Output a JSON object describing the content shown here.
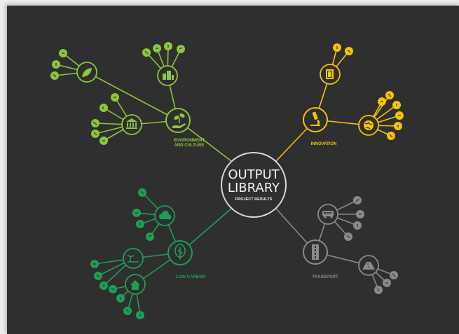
{
  "center": {
    "title_line1": "OUTPUT",
    "title_line2": "LIBRARY",
    "subtitle": "PROJECT RESULTS"
  },
  "branches": {
    "environment": {
      "label_line1": "ENVIRONMENT",
      "label_line2": "AND CULTURE",
      "color": "#8dc63f"
    },
    "innovation": {
      "label": "INNOVATION",
      "color": "#f5c400"
    },
    "low_carbon": {
      "label": "LOW CARBON",
      "color": "#1f9e56"
    },
    "transport": {
      "label": "TRANSPORT",
      "color": "#8a8a8a"
    }
  },
  "colors": {
    "background": "#2f2f2f",
    "page": "#efefef"
  }
}
